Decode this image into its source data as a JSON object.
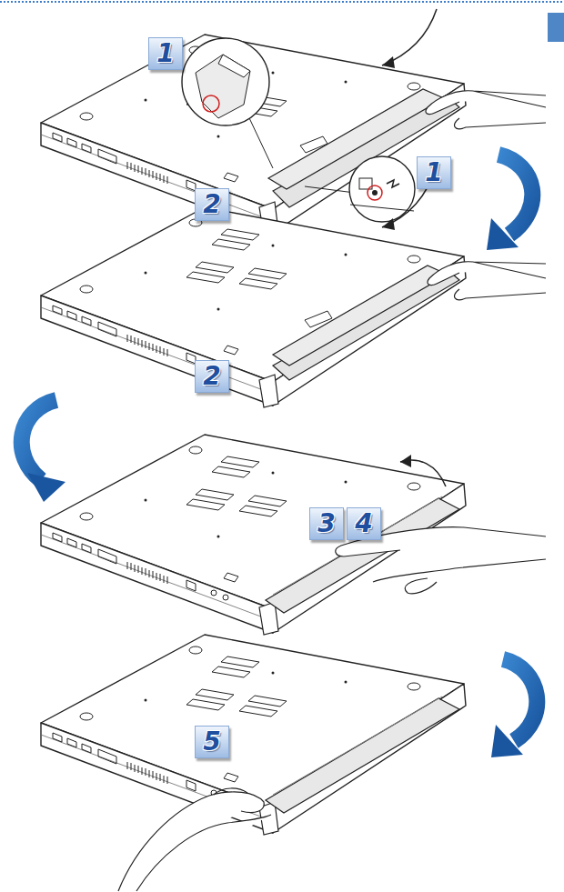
{
  "diagram": {
    "labels": [
      "1",
      "1",
      "2",
      "2",
      "3",
      "4",
      "5"
    ]
  }
}
